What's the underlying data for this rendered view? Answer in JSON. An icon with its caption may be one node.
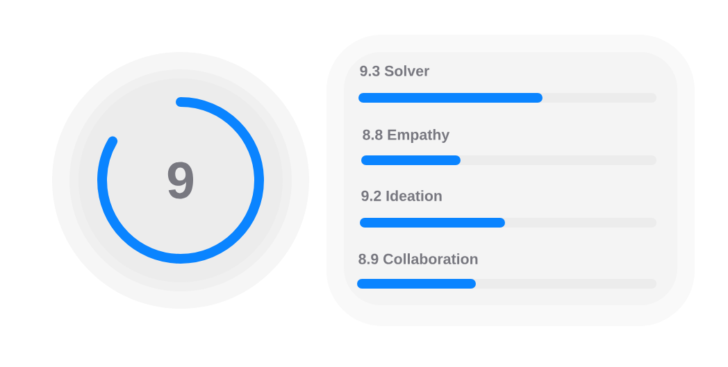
{
  "diagram": {
    "nodes": [
      {
        "text": [
          "9"
        ]
      },
      {
        "text": [
          "9.3 Solver"
        ]
      },
      {
        "text": [
          "8.8 Empathy"
        ]
      },
      {
        "text": [
          "9.2 Ideation"
        ]
      },
      {
        "text": [
          "8.9 Collaboration"
        ]
      }
    ]
  }
}
